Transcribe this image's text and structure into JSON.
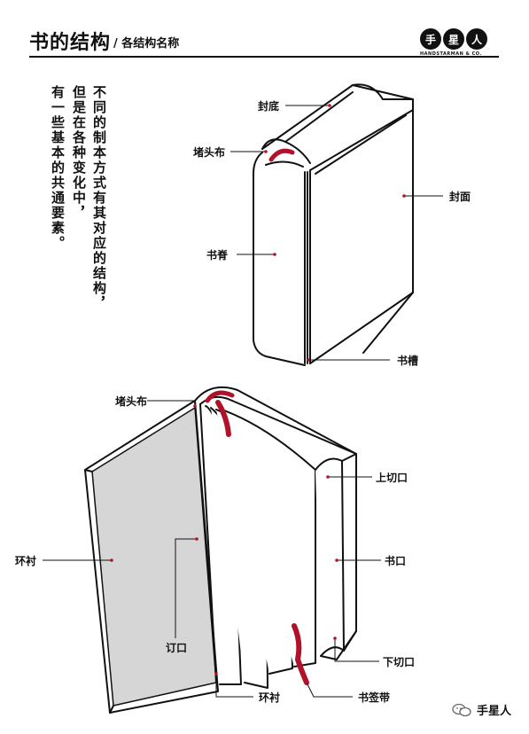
{
  "header": {
    "title": "书的结构",
    "subtitle": "/ 各结构名称",
    "logo_chars": [
      "手",
      "星",
      "人"
    ],
    "logo_subtext": "HANDSTARMAN & CO."
  },
  "intro": {
    "col1": "不同的制本方式有其对应的结构，",
    "col2": "但是在各种变化中，",
    "col3": "有一些基本的共通要素。"
  },
  "labels": {
    "fengdi": "封底",
    "dutoubu_top": "堵头布",
    "fengmian": "封面",
    "shuji": "书脊",
    "shucao": "书槽",
    "dutoubu_bottom": "堵头布",
    "shangqiekou": "上切口",
    "huanchen_left": "环衬",
    "shukou": "书口",
    "dingkou": "订口",
    "xiaqiekou": "下切口",
    "huanchen_bottom": "环衬",
    "shuqiandai": "书签带"
  },
  "footer": {
    "account": "手星人"
  },
  "colors": {
    "ink": "#111111",
    "accent": "#b0122a",
    "endpaper": "#d6d6d6"
  }
}
